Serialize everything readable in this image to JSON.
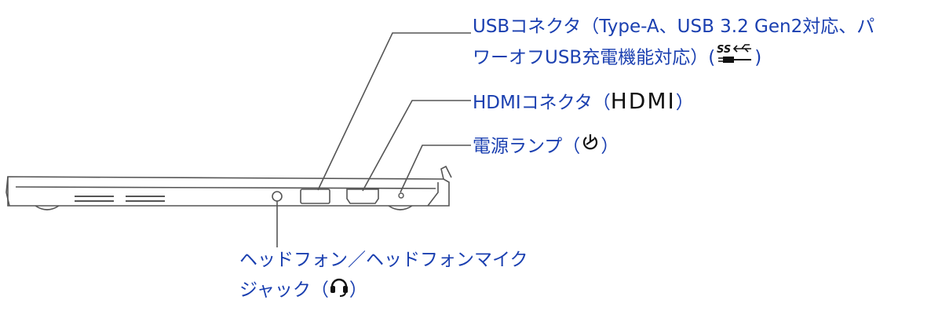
{
  "labels": {
    "usb": {
      "line1": "USBコネクタ（Type-A、USB 3.2 Gen2対応、パ",
      "line2_text": "ワーオフUSB充電機能対応）(",
      "line2_end": ")",
      "icon": "usb-superspeed-power-icon"
    },
    "hdmi": {
      "text": "HDMIコネクタ（",
      "symbol": "HDMI",
      "end": "）"
    },
    "power": {
      "text": "電源ランプ（",
      "end": "）",
      "icon": "power-icon"
    },
    "headphone": {
      "line1": "ヘッドフォン／ヘッドフォンマイク",
      "line2_text": "ジャック（",
      "line2_end": "）",
      "icon": "headset-icon"
    }
  },
  "colors": {
    "label": "#1a3fb0",
    "line": "#555555"
  }
}
